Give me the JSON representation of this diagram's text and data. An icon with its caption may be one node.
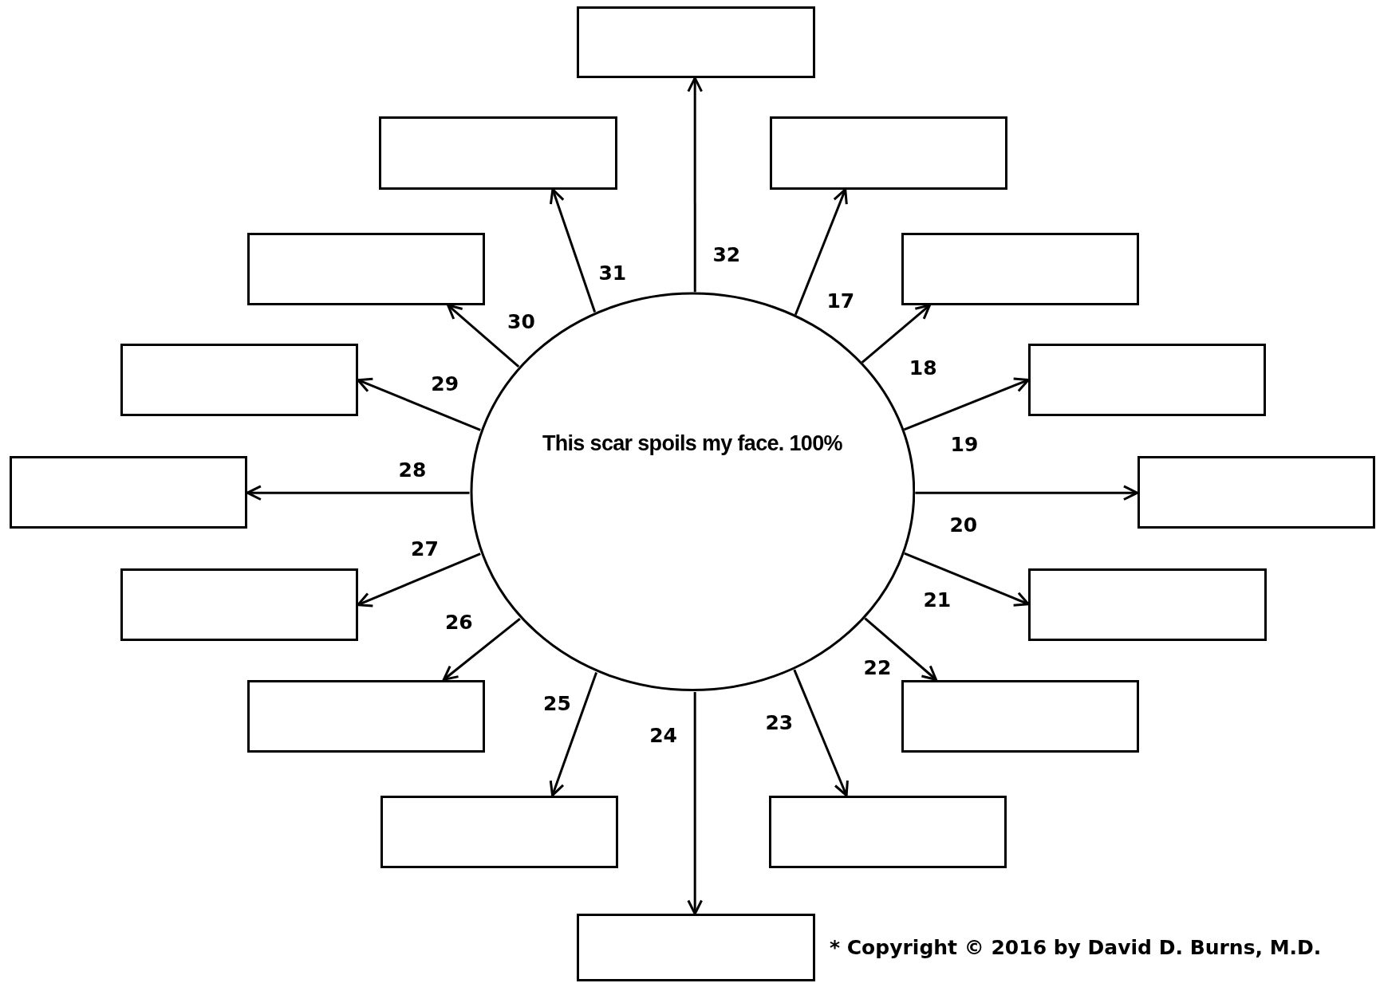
{
  "diagram": {
    "nodes": [
      {
        "text": [
          "This scar spoils my face. 100%"
        ]
      },
      {
        "text": [],
        "shape": "box"
      },
      {
        "text": [],
        "shape": "box"
      },
      {
        "text": [],
        "shape": "box"
      },
      {
        "text": [],
        "shape": "box"
      },
      {
        "text": [],
        "shape": "box"
      },
      {
        "text": [],
        "shape": "box"
      },
      {
        "text": [],
        "shape": "box"
      },
      {
        "text": [],
        "shape": "box"
      },
      {
        "text": [],
        "shape": "box"
      },
      {
        "text": [],
        "shape": "box"
      },
      {
        "text": [],
        "shape": "box"
      },
      {
        "text": [],
        "shape": "box"
      },
      {
        "text": [],
        "shape": "box"
      },
      {
        "text": [],
        "shape": "box"
      },
      {
        "text": [],
        "shape": "box"
      },
      {
        "text": [],
        "shape": "box"
      }
    ],
    "edges": [
      {
        "from": 0,
        "to": 3,
        "arrow": "to",
        "label": "17"
      },
      {
        "from": 0,
        "to": 5,
        "arrow": "to",
        "label": "18"
      },
      {
        "from": 0,
        "to": 7,
        "arrow": "to",
        "label": "19"
      },
      {
        "from": 0,
        "to": 9,
        "arrow": "to",
        "label": "20"
      },
      {
        "from": 0,
        "to": 11,
        "arrow": "to",
        "label": "21"
      },
      {
        "from": 0,
        "to": 13,
        "arrow": "to",
        "label": "22"
      },
      {
        "from": 0,
        "to": 15,
        "arrow": "to",
        "label": "23"
      },
      {
        "from": 0,
        "to": 16,
        "arrow": "to",
        "label": "24"
      },
      {
        "from": 0,
        "to": 14,
        "arrow": "to",
        "label": "25"
      },
      {
        "from": 0,
        "to": 12,
        "arrow": "to",
        "label": "26"
      },
      {
        "from": 0,
        "to": 10,
        "arrow": "to",
        "label": "27"
      },
      {
        "from": 0,
        "to": 8,
        "arrow": "to",
        "label": "28"
      },
      {
        "from": 0,
        "to": 6,
        "arrow": "to",
        "label": "29"
      },
      {
        "from": 0,
        "to": 4,
        "arrow": "to",
        "label": "30"
      },
      {
        "from": 0,
        "to": 2,
        "arrow": "to",
        "label": "31"
      },
      {
        "from": 0,
        "to": 1,
        "arrow": "to",
        "label": "32"
      }
    ],
    "labels": [
      "* Copyright © 2016 by David D. Burns, M.D."
    ]
  }
}
